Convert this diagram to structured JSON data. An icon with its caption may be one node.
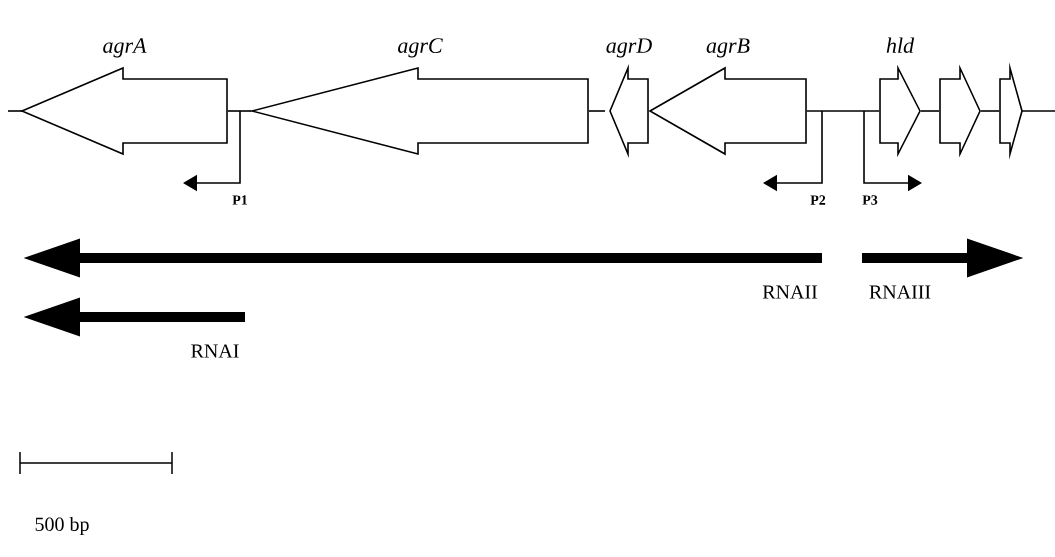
{
  "diagram": {
    "nodes": [
      {
        "text": [
          "agrA"
        ]
      },
      {
        "text": [
          "agrC"
        ]
      },
      {
        "text": [
          "agrD"
        ]
      },
      {
        "text": [
          "agrB"
        ]
      },
      {
        "text": [
          "hld"
        ]
      },
      {
        "text": [],
        "shape": "arrow"
      },
      {
        "text": [],
        "shape": "arrow"
      }
    ],
    "edges": [
      {
        "from": 0,
        "to": 1,
        "arrow": "none"
      },
      {
        "from": 1,
        "to": 2,
        "arrow": "none"
      },
      {
        "from": 3,
        "to": 4,
        "arrow": "none"
      },
      {
        "from": 4,
        "to": 5,
        "arrow": "none"
      },
      {
        "from": 5,
        "to": 6,
        "arrow": "none"
      }
    ],
    "labels": [
      "P1",
      "P2",
      "P3",
      "RNAII",
      "RNAIII",
      "RNAI",
      "500 bp"
    ]
  }
}
